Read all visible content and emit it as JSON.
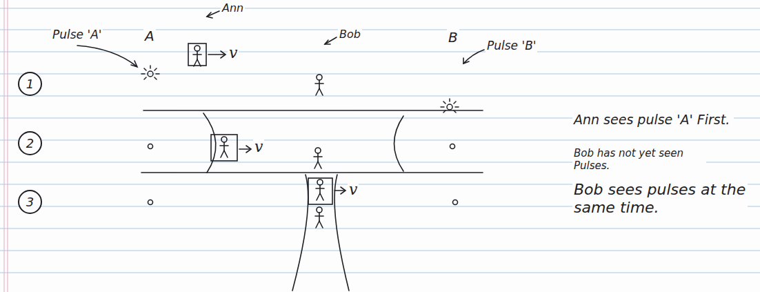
{
  "diagram": {
    "nodes": [
      {
        "text": [
          "1"
        ]
      },
      {
        "text": [
          "2"
        ]
      },
      {
        "text": [
          "3"
        ]
      }
    ],
    "labels": [
      "Pulse 'A'",
      "A",
      "Ann",
      "v",
      "Bob",
      "B",
      "Pulse 'B'",
      "v",
      "v",
      "Ann sees pulse 'A' First.",
      "Bob has not yet seen Pulses.",
      "Bob sees pulses at the same time."
    ]
  }
}
